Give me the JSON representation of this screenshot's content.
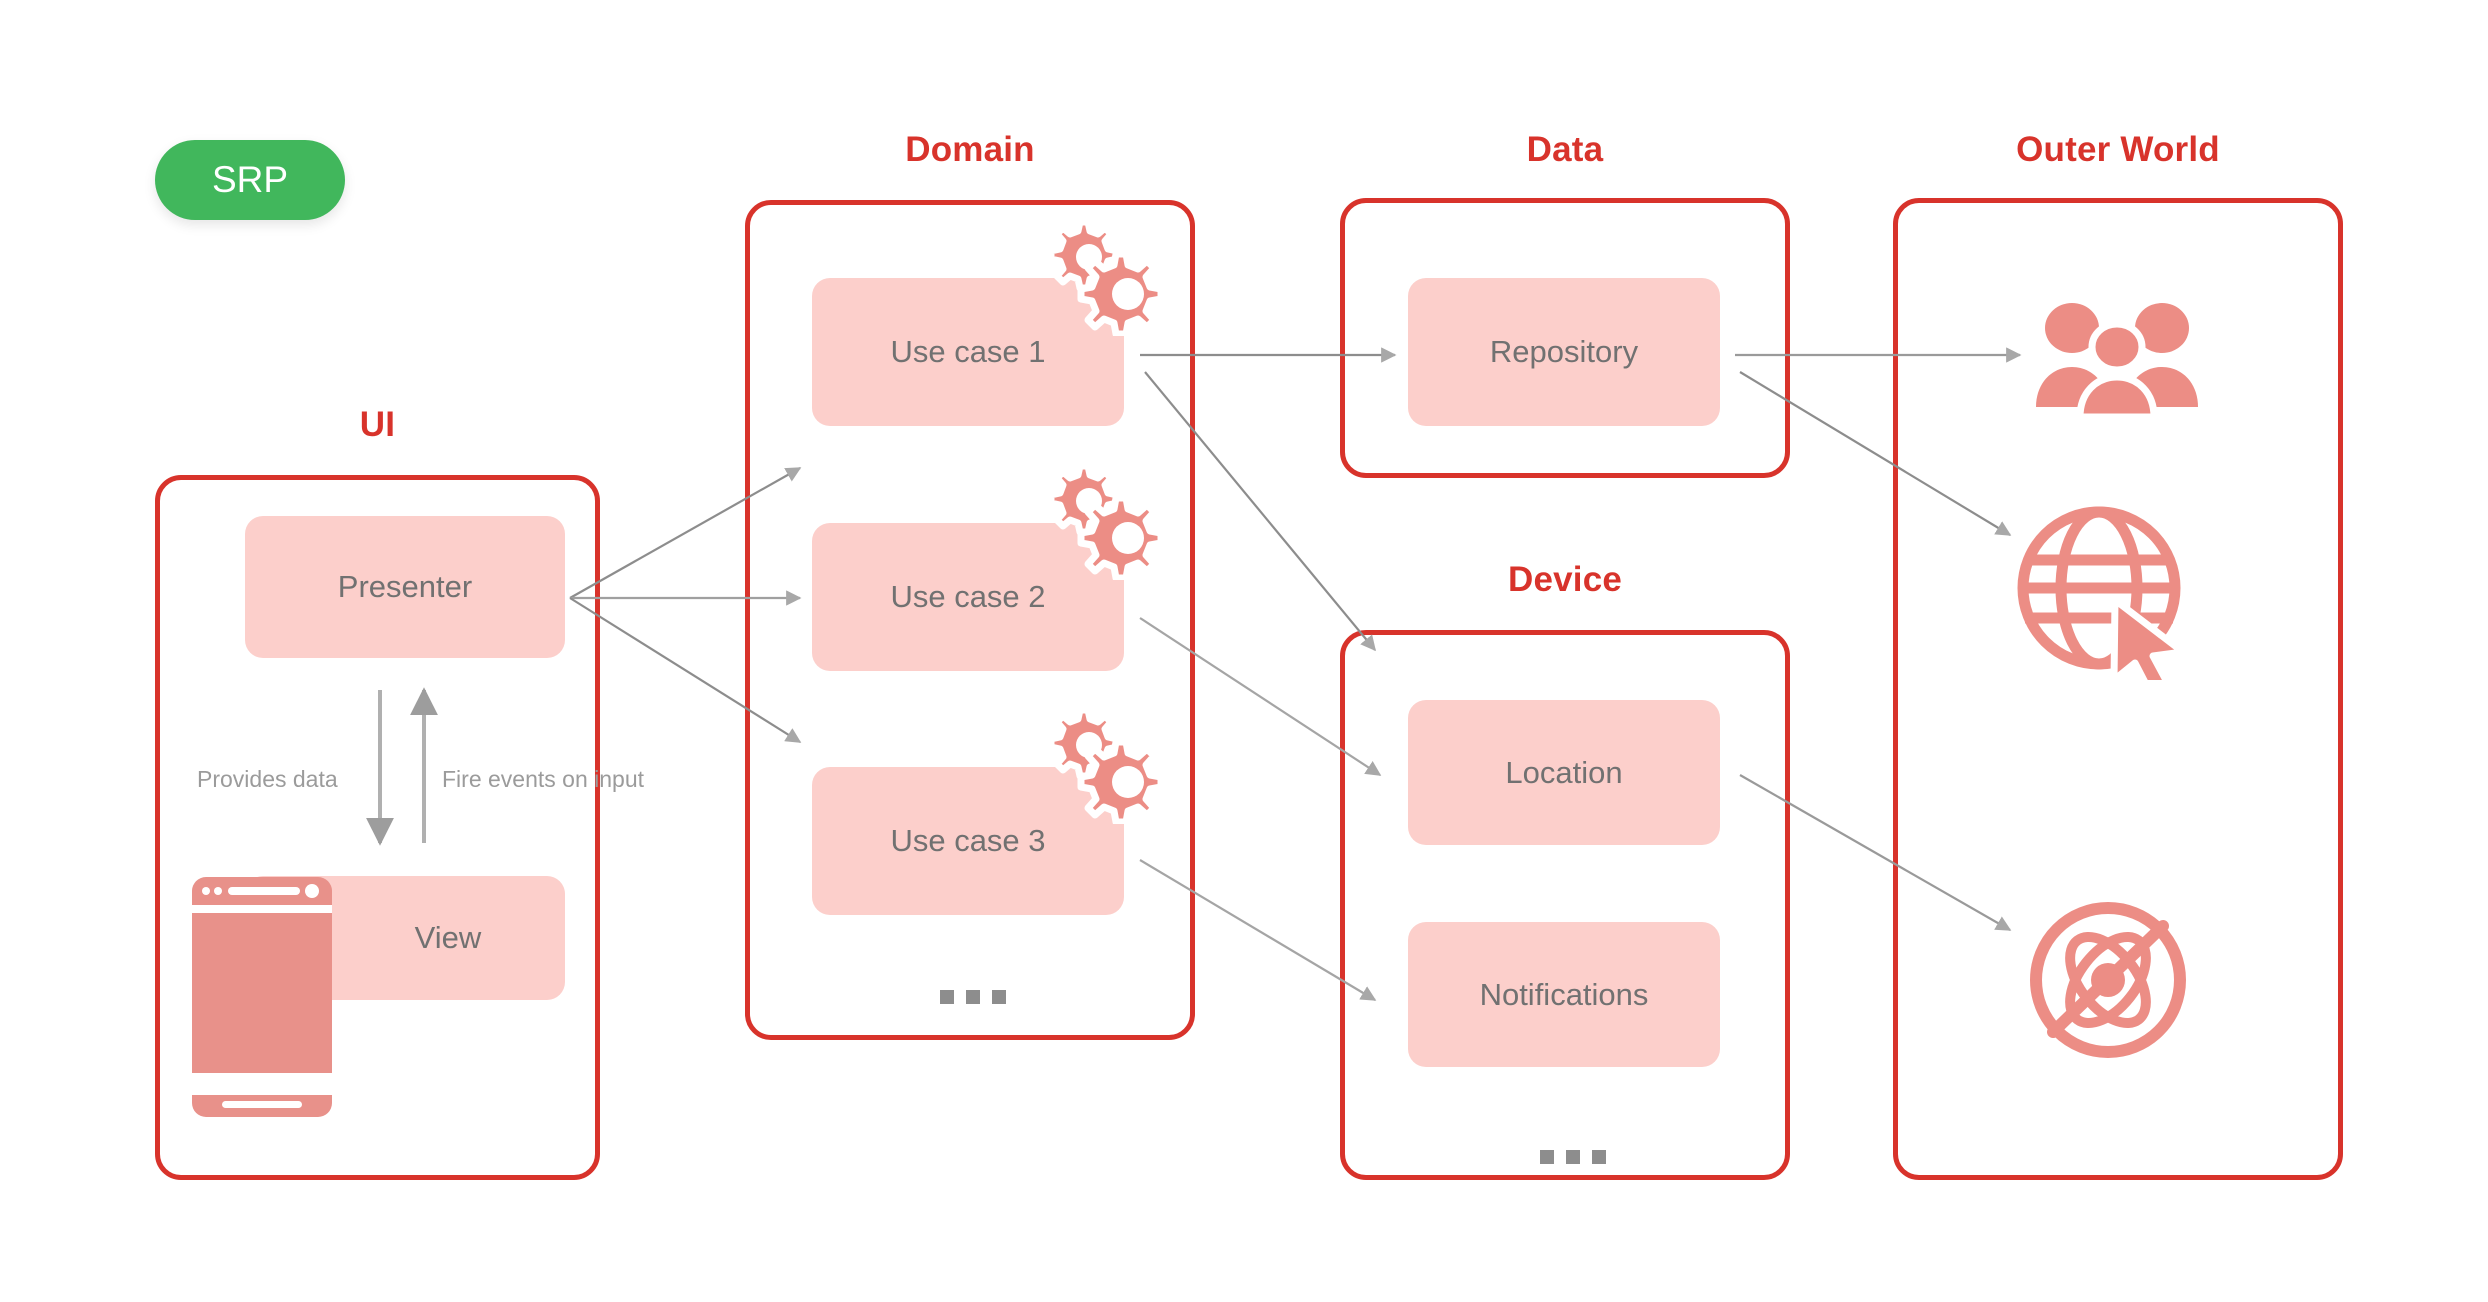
{
  "badge": {
    "label": "SRP",
    "color": "#41B75C"
  },
  "theme": {
    "panel_border": "#D8332B",
    "title_color": "#D8332B",
    "node_fill": "#FCCFCB",
    "node_text": "#717171",
    "icon_fill": "#EC8D85",
    "arrow_color": "#9a9a9a"
  },
  "panels": [
    {
      "id": "ui",
      "title": "UI"
    },
    {
      "id": "domain",
      "title": "Domain"
    },
    {
      "id": "data",
      "title": "Data"
    },
    {
      "id": "device",
      "title": "Device"
    },
    {
      "id": "outer-world",
      "title": "Outer World"
    }
  ],
  "ui": {
    "title": "UI",
    "presenter": "Presenter",
    "view": "View",
    "label_provides_data": "Provides data",
    "label_fire_events": "Fire events on input",
    "phone_icon": "mobile-phone-icon"
  },
  "domain": {
    "title": "Domain",
    "use_cases": [
      {
        "label": "Use case 1",
        "icon": "gears-icon"
      },
      {
        "label": "Use case 2",
        "icon": "gears-icon"
      },
      {
        "label": "Use case 3",
        "icon": "gears-icon"
      }
    ],
    "more": "..."
  },
  "data": {
    "title": "Data",
    "repository": "Repository"
  },
  "device": {
    "title": "Device",
    "items": [
      {
        "label": "Location"
      },
      {
        "label": "Notifications"
      }
    ],
    "more": "..."
  },
  "outer_world": {
    "title": "Outer World",
    "icons": [
      {
        "name": "users-group-icon"
      },
      {
        "name": "globe-cursor-icon"
      },
      {
        "name": "atom-no-entry-icon"
      }
    ]
  },
  "connections": [
    {
      "from": "presenter",
      "to": "use-case-1"
    },
    {
      "from": "presenter",
      "to": "use-case-2"
    },
    {
      "from": "presenter",
      "to": "use-case-3"
    },
    {
      "from": "presenter",
      "to": "view",
      "label": "Provides data"
    },
    {
      "from": "view",
      "to": "presenter",
      "label": "Fire events on input"
    },
    {
      "from": "use-case-1",
      "to": "repository"
    },
    {
      "from": "use-case-1",
      "to": "location"
    },
    {
      "from": "use-case-2",
      "to": "location"
    },
    {
      "from": "use-case-3",
      "to": "notifications"
    },
    {
      "from": "repository",
      "to": "users-group-icon"
    },
    {
      "from": "repository",
      "to": "globe-cursor-icon"
    },
    {
      "from": "location",
      "to": "atom-no-entry-icon"
    }
  ]
}
